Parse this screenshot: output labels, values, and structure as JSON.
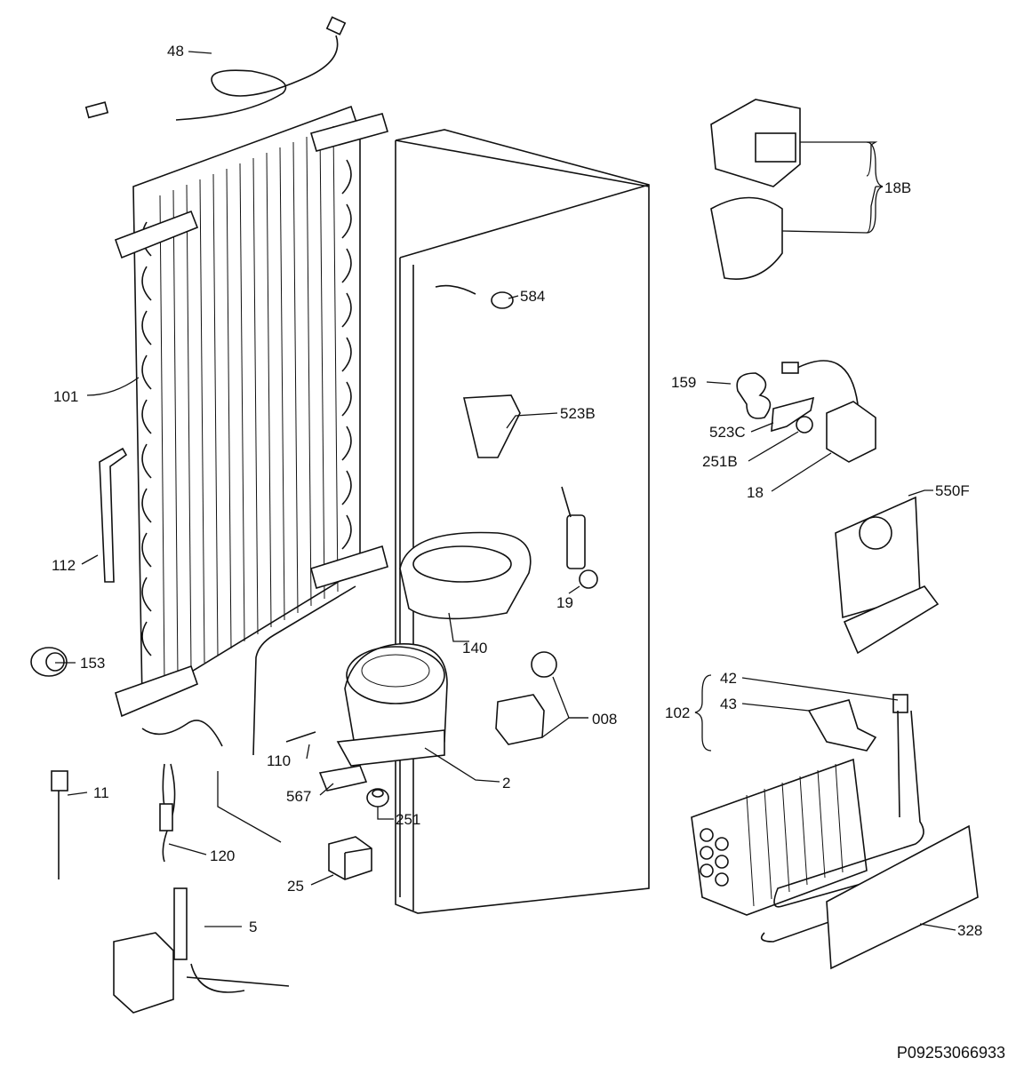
{
  "labels": {
    "p48": "48",
    "p101": "101",
    "p112": "112",
    "p153": "153",
    "p11": "11",
    "p120": "120",
    "p110": "110",
    "p567": "567",
    "p251": "251",
    "p2": "2",
    "p25": "25",
    "p5": "5",
    "p140": "140",
    "p19": "19",
    "p008": "008",
    "p584": "584",
    "p523b": "523B",
    "p18b": "18B",
    "p159": "159",
    "p523c": "523C",
    "p251b": "251B",
    "p18": "18",
    "p550f": "550F",
    "p102": "102",
    "p42": "42",
    "p43": "43",
    "p328": "328"
  },
  "doc_code": "P09253066933"
}
